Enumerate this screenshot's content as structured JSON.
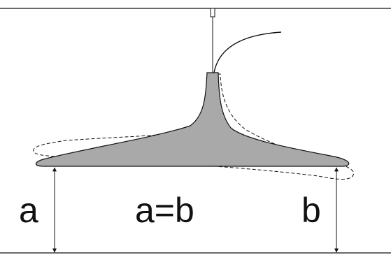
{
  "labels": {
    "left": "a",
    "center": "a=b",
    "right": "b"
  },
  "colors": {
    "line": "#111111",
    "shade_fill": "#a9a9a9",
    "background": "#ffffff"
  }
}
